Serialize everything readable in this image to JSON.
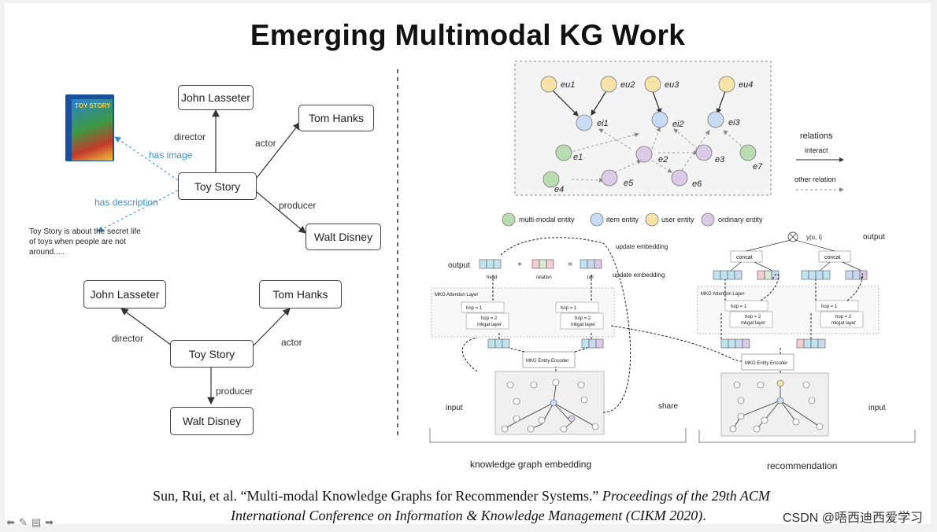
{
  "slide": {
    "title": "Emerging Multimodal KG Work",
    "kg_top": {
      "nodes": {
        "john_lasseter": "John Lasseter",
        "tom_hanks": "Tom Hanks",
        "toy_story": "Toy Story",
        "walt_disney": "Walt Disney"
      },
      "edges": {
        "director": "director",
        "actor": "actor",
        "producer": "producer",
        "has_image": "has image",
        "has_description": "has description"
      },
      "description_text": "Toy Story is about the secret life of toys when people are not around.....",
      "poster_text": "TOY STORY"
    },
    "kg_bottom": {
      "nodes": {
        "john_lasseter": "John Lasseter",
        "tom_hanks": "Tom Hanks",
        "toy_story": "Toy Story",
        "walt_disney": "Walt Disney"
      },
      "edges": {
        "director": "director",
        "actor": "actor",
        "producer": "producer"
      }
    },
    "mkg_graph": {
      "user_entities": [
        "eu1",
        "eu2",
        "eu3",
        "eu4"
      ],
      "item_entities": [
        "ei1",
        "ei2",
        "ei3"
      ],
      "multimodal_entities": [
        "e1",
        "e4",
        "e7"
      ],
      "ordinary_entities": [
        "e2",
        "e3",
        "e5",
        "e6"
      ],
      "legend_title": "relations",
      "interact_label": "interact",
      "other_relation_label": "other relation",
      "entity_legend": [
        "multi-modal entity",
        "item entity",
        "user entity",
        "ordinary entity"
      ],
      "colors": {
        "multi_modal": "#b9dcb0",
        "item": "#c9dcf5",
        "user": "#f7e3a8",
        "ordinary": "#dccbe6"
      }
    },
    "architecture": {
      "output_left": "output",
      "output_right": "output",
      "head": "head",
      "relation": "relation",
      "tail": "tail",
      "plus": "+",
      "equals": "=",
      "update_embedding_1": "update embedding",
      "update_embedding_2": "update embedding",
      "attention_left": "MKG Attention Layer",
      "attention_right": "MKG Attention Layer",
      "hop1": "hop = 1",
      "hop2": "hop = 2",
      "mkgat_layer": "mkgat layer",
      "entity_encoder_left": "MKG Entity Encoder",
      "entity_encoder_right": "MKG Entity Encoder",
      "concat": "concat",
      "yui": "y(u, i)",
      "input_left": "input",
      "input_right": "input",
      "share": "share",
      "kge_caption": "knowledge graph embedding",
      "rec_caption": "recommendation"
    },
    "citation": {
      "authors": "Sun, Rui, et al. “Multi-modal Knowledge Graphs for Recommender Systems.” ",
      "venue_1": "Proceedings of the 29th ACM",
      "venue_2": "International Conference on Information & Knowledge Management (CIKM 2020)",
      "end": "."
    },
    "watermark": "CSDN @唔西迪西爱学习"
  }
}
